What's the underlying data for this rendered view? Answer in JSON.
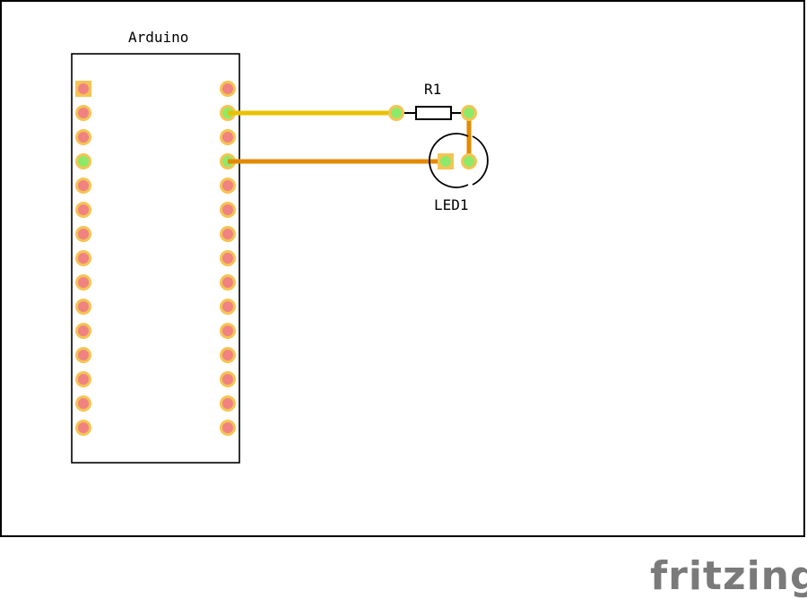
{
  "colors": {
    "board_outline": "#000000",
    "pad_red": "#f08282",
    "pad_green": "#8cea6a",
    "pad_ring": "#f5c452",
    "wire_yellow": "#e8c100",
    "wire_orange": "#e38a00",
    "logo": "#7a7a7a"
  },
  "board": {
    "label": "Arduino",
    "pins_per_side": 15,
    "connected_left_pins": [
      3
    ],
    "connected_right_pins": [
      1,
      3
    ]
  },
  "resistor": {
    "label": "R1"
  },
  "led": {
    "label": "LED1"
  },
  "wires": [
    {
      "name": "wire-arduino-to-r1",
      "color": "wire_yellow"
    },
    {
      "name": "wire-arduino-to-led1",
      "color": "wire_orange"
    },
    {
      "name": "wire-r1-to-led1",
      "color": "wire_orange"
    }
  ],
  "logo": {
    "text": "fritzing"
  }
}
